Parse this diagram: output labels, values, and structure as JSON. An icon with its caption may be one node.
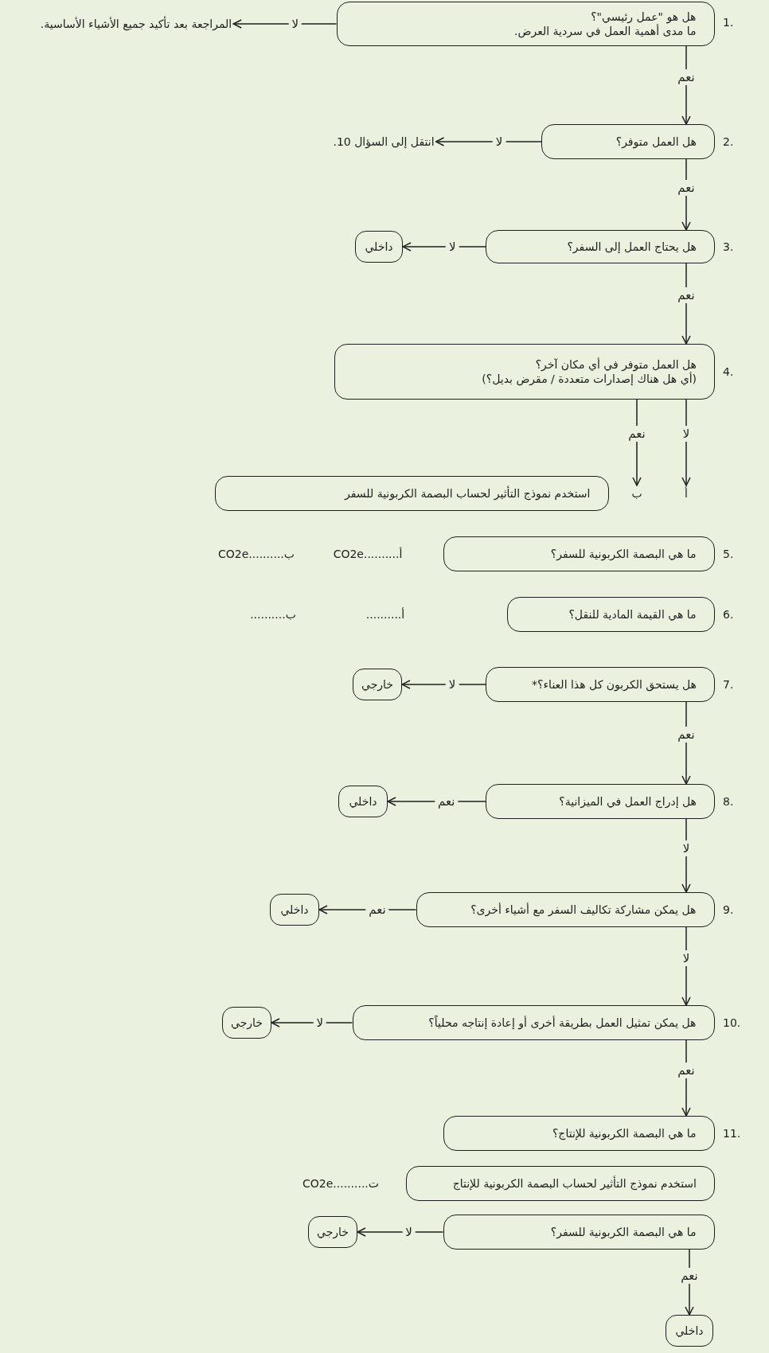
{
  "diagram": {
    "nodes": [
      {
        "text": [
          "هل هو \"عمل رئيسي\"؟",
          "ما مدى أهمية العمل في سردية العرض."
        ],
        "beside": [
          "1."
        ]
      },
      {
        "text": [
          "المراجعة بعد تأكيد جميع الأشياء الأساسية."
        ]
      },
      {
        "text": [
          "هل العمل متوفر؟"
        ],
        "beside": [
          "2."
        ]
      },
      {
        "text": [
          "انتقل إلى السؤال 10."
        ]
      },
      {
        "text": [
          "هل يحتاج العمل إلى السفر؟"
        ],
        "beside": [
          "3."
        ]
      },
      {
        "text": [
          "داخلي"
        ]
      },
      {
        "text": [
          "هل العمل متوفر في أي مكان آخر؟",
          "(أي هل هناك إصدارات متعددة / مقرض بديل؟)"
        ],
        "beside": [
          "4."
        ]
      },
      {
        "text": [
          "أ"
        ]
      },
      {
        "text": [
          "ب"
        ]
      },
      {
        "text": [
          "استخدم نموذج التأثير لحساب البصمة الكربونية للسفر"
        ]
      },
      {
        "text": [
          "ما هي البصمة الكربونية للسفر؟"
        ],
        "beside": [
          "5."
        ]
      },
      {
        "text": [
          "ما هي القيمة المادية للنقل؟"
        ],
        "beside": [
          "6."
        ]
      },
      {
        "text": [
          "هل يستحق الكربون كل هذا العناء؟*"
        ],
        "beside": [
          "7."
        ]
      },
      {
        "text": [
          "خارجي"
        ]
      },
      {
        "text": [
          "هل إدراج العمل في الميزانية؟"
        ],
        "beside": [
          "8."
        ]
      },
      {
        "text": [
          "داخلي"
        ]
      },
      {
        "text": [
          "هل يمكن مشاركة تكاليف السفر مع أشياء أخرى؟"
        ],
        "beside": [
          "9."
        ]
      },
      {
        "text": [
          "داخلي"
        ]
      },
      {
        "text": [
          "هل يمكن تمثيل العمل بطريقة أخرى أو إعادة إنتاجه محلياً؟"
        ],
        "beside": [
          "10."
        ]
      },
      {
        "text": [
          "خارجي"
        ]
      },
      {
        "text": [
          "ما هي البصمة الكربونية للإنتاج؟"
        ],
        "beside": [
          "11."
        ]
      },
      {
        "text": [
          "استخدم نموذج التأثير لحساب البصمة الكربونية للإنتاج"
        ]
      },
      {
        "text": [
          "ما هي البصمة الكربونية للسفر؟"
        ]
      },
      {
        "text": [
          "خارجي"
        ]
      },
      {
        "text": [
          "داخلي"
        ]
      }
    ],
    "edges": [
      {
        "from": 0,
        "to": 1,
        "arrow": "to",
        "label": "لا"
      },
      {
        "from": 0,
        "to": 2,
        "arrow": "to",
        "label": "نعم"
      },
      {
        "from": 2,
        "to": 3,
        "arrow": "to",
        "label": "لا"
      },
      {
        "from": 2,
        "to": 4,
        "arrow": "to",
        "label": "نعم"
      },
      {
        "from": 4,
        "to": 5,
        "arrow": "to",
        "label": "لا"
      },
      {
        "from": 4,
        "to": 6,
        "arrow": "to",
        "label": "نعم"
      },
      {
        "from": 6,
        "to": 7,
        "arrow": "to",
        "label": "لا"
      },
      {
        "from": 6,
        "to": 8,
        "arrow": "to",
        "label": "نعم"
      },
      {
        "from": 12,
        "to": 13,
        "arrow": "to",
        "label": "لا"
      },
      {
        "from": 12,
        "to": 14,
        "arrow": "to",
        "label": "نعم"
      },
      {
        "from": 14,
        "to": 15,
        "arrow": "to",
        "label": "نعم"
      },
      {
        "from": 14,
        "to": 16,
        "arrow": "to",
        "label": "لا"
      },
      {
        "from": 16,
        "to": 17,
        "arrow": "to",
        "label": "نعم"
      },
      {
        "from": 16,
        "to": 18,
        "arrow": "to",
        "label": "لا"
      },
      {
        "from": 18,
        "to": 19,
        "arrow": "to",
        "label": "لا"
      },
      {
        "from": 18,
        "to": 20,
        "arrow": "to",
        "label": "نعم"
      },
      {
        "from": 22,
        "to": 23,
        "arrow": "to",
        "label": "لا"
      },
      {
        "from": 22,
        "to": 24,
        "arrow": "to",
        "label": "نعم"
      }
    ],
    "labels": [
      "أ..........CO2e",
      "ب..........CO2e",
      "أ..........",
      "ب..........",
      "ت..........CO2e"
    ]
  }
}
